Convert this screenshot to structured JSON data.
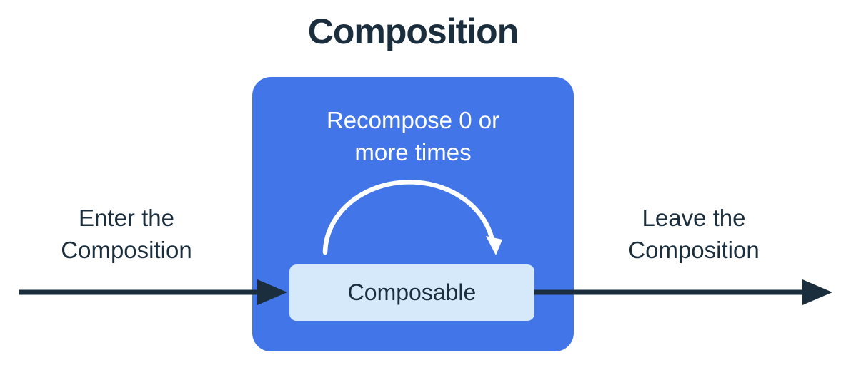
{
  "diagram": {
    "title": "Composition",
    "composition_box": {
      "recompose_label": "Recompose 0 or\nmore times",
      "composable_label": "Composable"
    },
    "enter_label": "Enter the\nComposition",
    "leave_label": "Leave the\nComposition",
    "colors": {
      "composition_box_fill": "#4276E8",
      "composable_box_fill": "#D6E9FB",
      "text_and_arrow_navy": "#1B2E3D",
      "loop_arrow_white": "#FFFFFF",
      "background": "#FFFFFF"
    }
  }
}
